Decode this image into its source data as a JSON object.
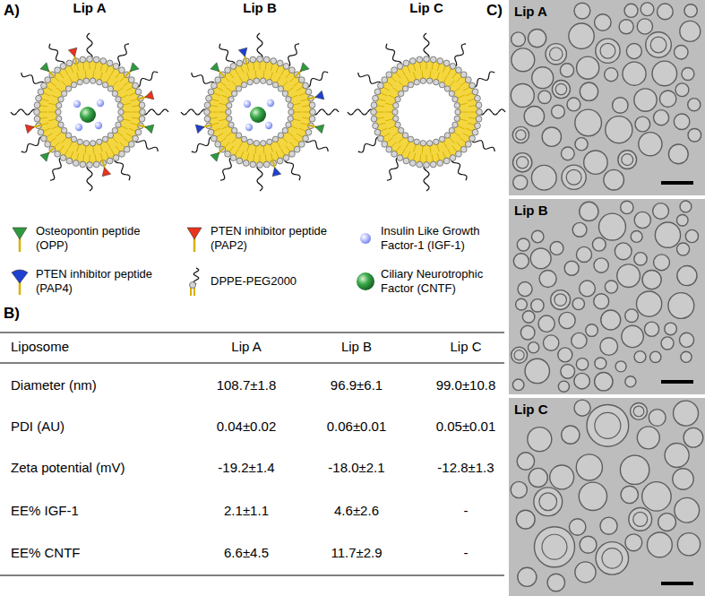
{
  "diagram": {
    "nodes": [
      {
        "text": [
          "Lip A"
        ]
      },
      {
        "text": [
          "Lip B"
        ]
      },
      {
        "text": [
          "Lip C"
        ]
      },
      {
        "text": [
          "Lip A"
        ]
      },
      {
        "text": [
          "Lip B"
        ]
      },
      {
        "text": [
          "Lip C"
        ]
      }
    ],
    "labels": [
      "A)",
      "B)",
      "C)",
      "Liposome",
      "Lip A",
      "Lip B",
      "Lip C",
      "Diameter (nm)",
      "108.7±1.8",
      "96.9±6.1",
      "99.0±10.8",
      "PDI (AU)",
      "0.04±0.02",
      "0.06±0.01",
      "0.05±0.01",
      "Zeta potential (mV)",
      "-19.2±1.4",
      "-18.0±2.1",
      "-12.8±1.3",
      "EE% IGF-1",
      "2.1±1.1",
      "4.6±2.6",
      "-",
      "EE% CNTF",
      "6.6±4.5",
      "11.7±2.9",
      "-"
    ],
    "legend": [
      {
        "text": "Osteopontin peptide (OPP)"
      },
      {
        "text": "PTEN inhibitor peptide (PAP2)"
      },
      {
        "text": "Insulin Like Growth Factor-1 (IGF-1)"
      },
      {
        "text": "PTEN inhibitor peptide (PAP4)"
      },
      {
        "text": "DPPE-PEG2000"
      },
      {
        "text": "Ciliary Neurotrophic Factor (CNTF)"
      }
    ]
  }
}
